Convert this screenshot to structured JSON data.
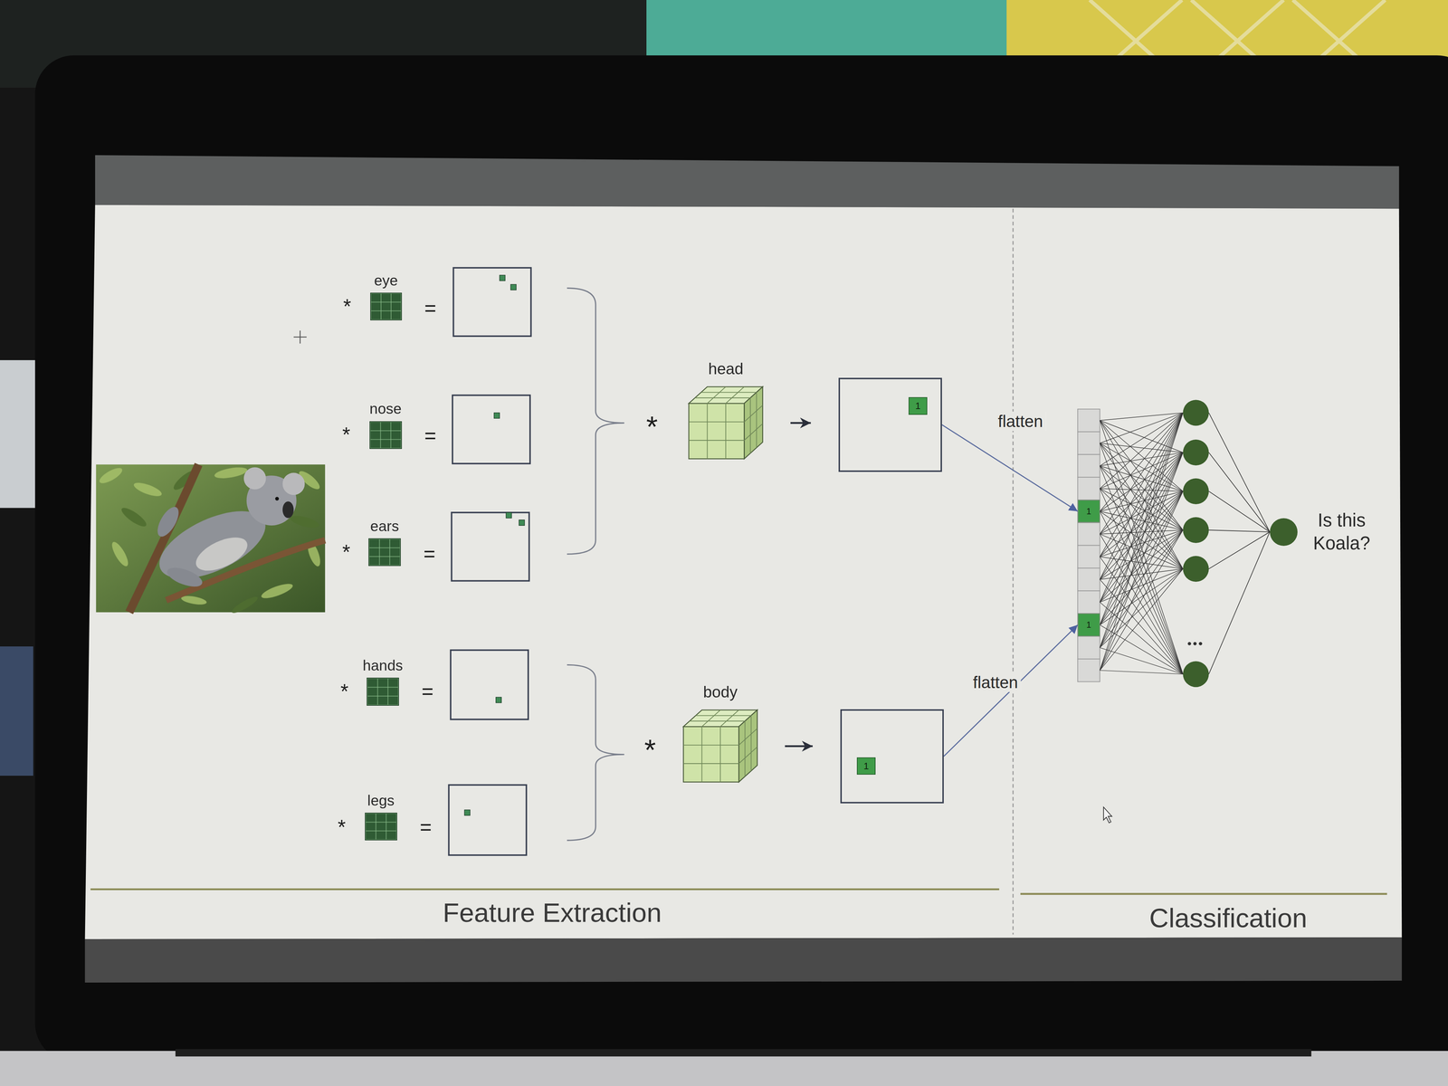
{
  "diagram": {
    "nodes": [
      {
        "text": [
          "eye"
        ]
      },
      {
        "text": [
          "nose"
        ]
      },
      {
        "text": [
          "ears"
        ]
      },
      {
        "text": [
          "hands"
        ]
      },
      {
        "text": [
          "legs"
        ]
      },
      {
        "text": [
          "head"
        ]
      },
      {
        "text": [
          "1"
        ]
      },
      {
        "text": [
          "body"
        ]
      },
      {
        "text": [
          "1"
        ]
      },
      {
        "text": [
          "1"
        ]
      },
      {
        "text": [
          "1"
        ]
      },
      {
        "text": [
          "Is this Koala?"
        ]
      }
    ],
    "edges": [
      {
        "from": 5,
        "to": 6,
        "arrow": "to"
      },
      {
        "from": 7,
        "to": 8,
        "arrow": "to"
      },
      {
        "from": 6,
        "to": 9,
        "label": "flatten",
        "arrow": "to"
      },
      {
        "from": 8,
        "to": 10,
        "label": "flatten",
        "arrow": "to"
      }
    ],
    "labels": [
      "*",
      "=",
      "*",
      "=",
      "*",
      "=",
      "*",
      "=",
      "*",
      "=",
      "*",
      "*",
      "Feature Extraction",
      "Classification"
    ]
  }
}
